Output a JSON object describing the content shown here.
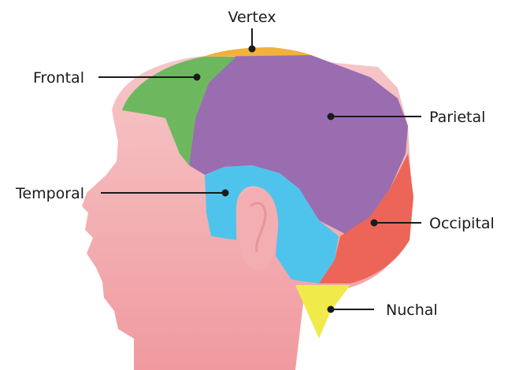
{
  "diagram": {
    "labels": {
      "vertex": "Vertex",
      "frontal": "Frontal",
      "parietal": "Parietal",
      "temporal": "Temporal",
      "occipital": "Occipital",
      "nuchal": "Nuchal"
    },
    "colors": {
      "skin": "#f4a8ad",
      "skin_light": "#f6c3c4",
      "ear": "#f2aeb3",
      "vertex": "#f2b13a",
      "frontal": "#6db85e",
      "parietal": "#9a6db0",
      "temporal": "#4ec4ec",
      "occipital": "#ec6558",
      "nuchal": "#f0ea4a",
      "leader": "#1a1a1a"
    }
  }
}
